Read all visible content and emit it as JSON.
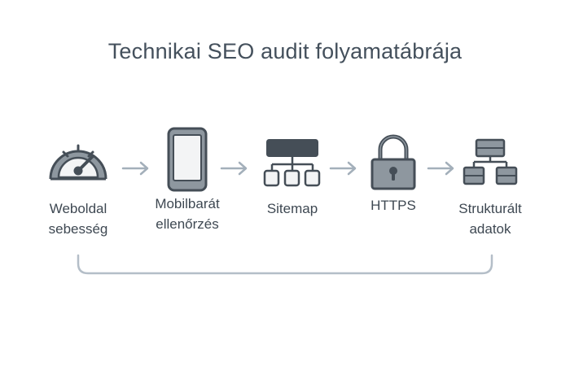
{
  "title": "Technikai SEO audit folyamatábrája",
  "colors": {
    "stroke": "#454e57",
    "fill_gray": "#8e979f",
    "fill_light": "#f3f4f5",
    "arrow": "#a3afba",
    "bracket": "#b4bec8",
    "title": "#44505c"
  },
  "steps": [
    {
      "icon": "speedometer-icon",
      "label_lines": [
        "Weboldal",
        "sebesség"
      ]
    },
    {
      "icon": "smartphone-icon",
      "label_lines": [
        "Mobilbarát",
        "ellenőrzés"
      ]
    },
    {
      "icon": "sitemap-icon",
      "label_lines": [
        "Sitemap"
      ]
    },
    {
      "icon": "padlock-icon",
      "label_lines": [
        "HTTPS"
      ]
    },
    {
      "icon": "structured-data-icon",
      "label_lines": [
        "Strukturált",
        "adatok"
      ]
    }
  ]
}
